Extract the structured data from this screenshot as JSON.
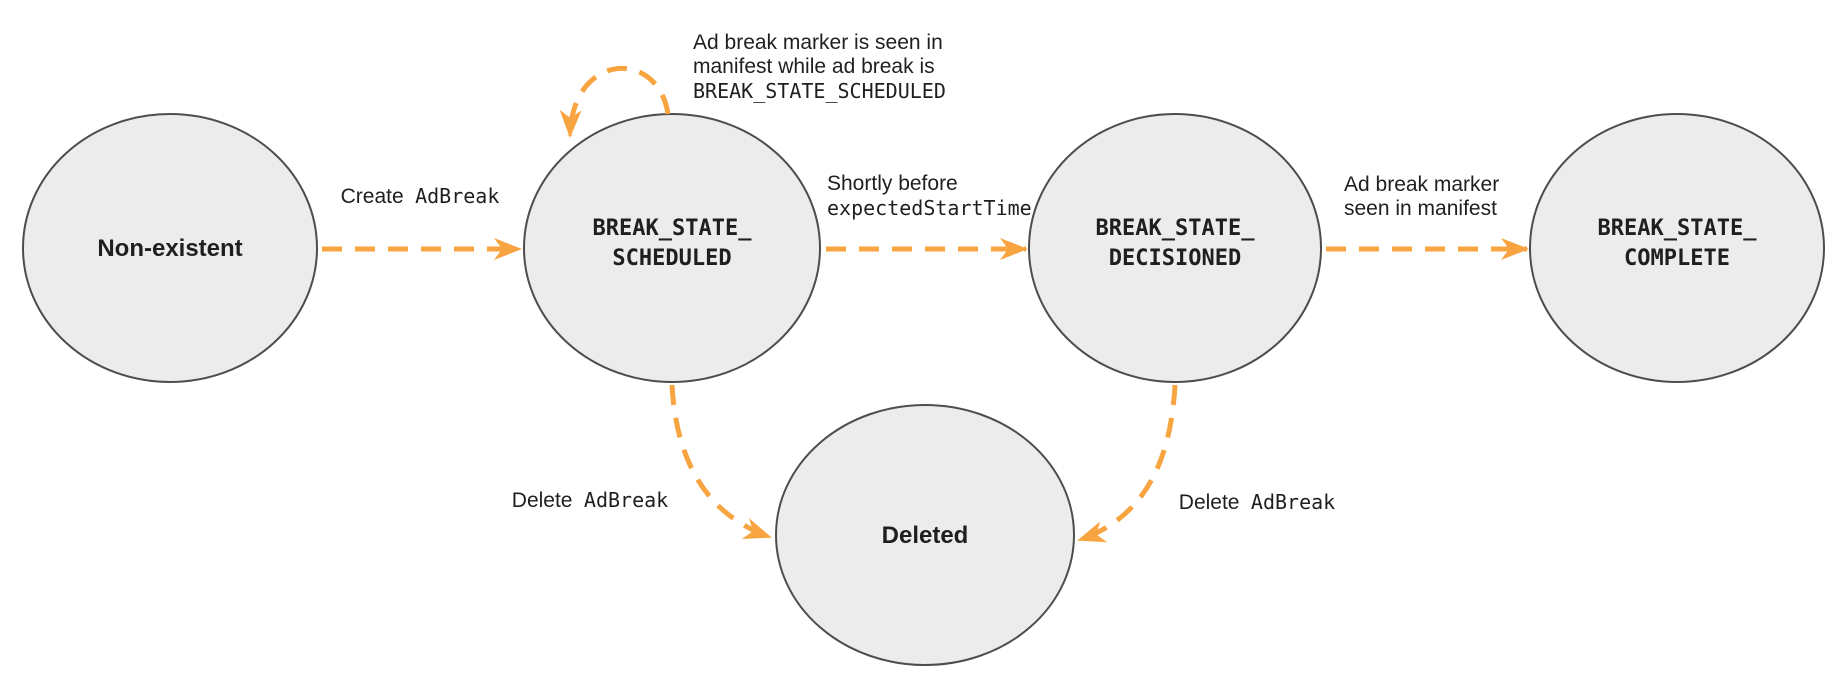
{
  "colors": {
    "arrow": "#F7A441",
    "node_fill": "#ECECEC",
    "node_stroke": "#4D4D4D",
    "text": "#1F1F1F"
  },
  "nodes": {
    "non_existent": {
      "label": "Non-existent"
    },
    "scheduled": {
      "line1": "BREAK_STATE_",
      "line2": "SCHEDULED"
    },
    "decisioned": {
      "line1": "BREAK_STATE_",
      "line2": "DECISIONED"
    },
    "complete": {
      "line1": "BREAK_STATE_",
      "line2": "COMPLETE"
    },
    "deleted": {
      "label": "Deleted"
    }
  },
  "edges": {
    "create": {
      "text": "Create",
      "code": "AdBreak"
    },
    "self_loop": {
      "line1": "Ad break marker is seen in",
      "line2": "manifest while ad break is",
      "code_line": "BREAK_STATE_SCHEDULED"
    },
    "shortly": {
      "line1": "Shortly before",
      "code_line": "expectedStartTime"
    },
    "marker_seen": {
      "line1": "Ad break marker",
      "line2": "seen in manifest"
    },
    "delete_left": {
      "text": "Delete",
      "code": "AdBreak"
    },
    "delete_right": {
      "text": "Delete",
      "code": "AdBreak"
    }
  }
}
